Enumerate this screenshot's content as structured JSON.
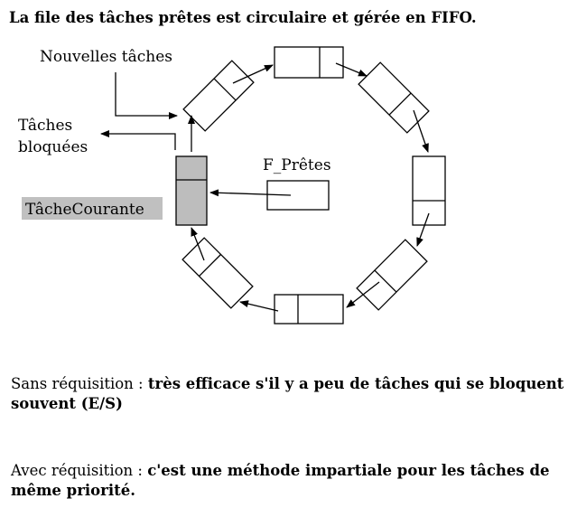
{
  "title": "La file des tâches prêtes est circulaire et gérée en FIFO.",
  "diagram": {
    "label_new_tasks": "Nouvelles tâches",
    "label_blocked_line1": "Tâches",
    "label_blocked_line2": "bloquées",
    "label_current_task": "TâcheCourante",
    "label_ready_pointer": "F_Prêtes",
    "colors": {
      "current_task_fill": "#bdbdbd",
      "line": "#000000",
      "background": "#ffffff"
    }
  },
  "notes": [
    {
      "lead": "Sans réquisition : ",
      "rest": "très efficace s'il y a peu de tâches qui se bloquent souvent (E/S)"
    },
    {
      "lead": "Avec réquisition : ",
      "rest": "c'est une méthode impartiale pour les tâches de même priorité."
    }
  ]
}
